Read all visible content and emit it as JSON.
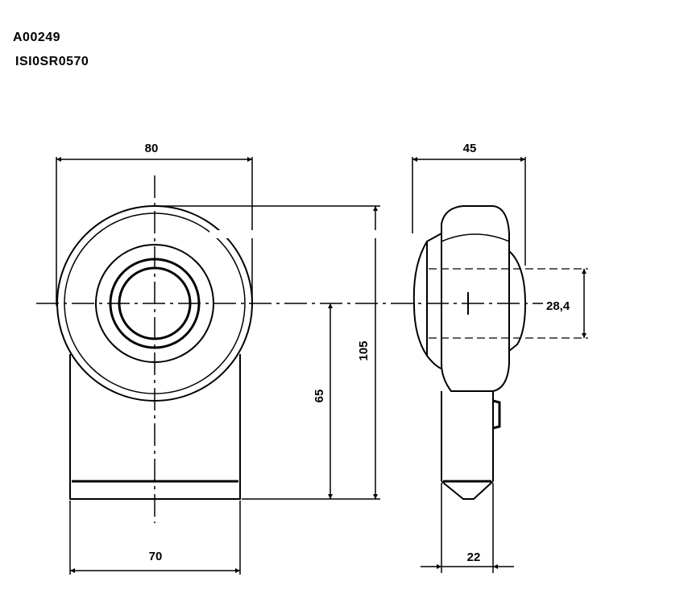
{
  "header": {
    "code1": "A00249",
    "code2": "ISI0SR0570"
  },
  "dimensions": {
    "top_width": "80",
    "bottom_width": "70",
    "total_height": "105",
    "center_height": "65",
    "side_width": "45",
    "bore": "28,4",
    "shank_width": "22"
  },
  "colors": {
    "line": "#000000",
    "background": "#ffffff"
  }
}
